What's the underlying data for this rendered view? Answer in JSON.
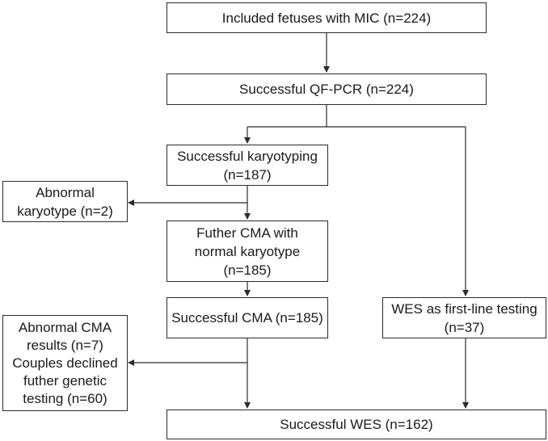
{
  "flowchart": {
    "included": "Included fetuses with MIC (n=224)",
    "qfpcr": "Successful QF-PCR (n=224)",
    "karyotyping": "Successful karyotyping\n(n=187)",
    "abnormal_karyotype": "Abnormal\nkaryotype (n=2)",
    "further_cma": "Futher CMA with\nnormal karyotype\n(n=185)",
    "successful_cma": "Successful CMA (n=185)",
    "wes_first_line": "WES as first-line testing\n(n=37)",
    "abnormal_cma": "Abnormal CMA\nresults (n=7)\nCouples declined\nfuther genetic\ntesting (n=60)",
    "successful_wes": "Successful WES (n=162)"
  },
  "colors": {
    "line": "#2b2b2b",
    "border": "#2b2b2b",
    "text": "#1a1a1a",
    "background": "#ffffff"
  }
}
